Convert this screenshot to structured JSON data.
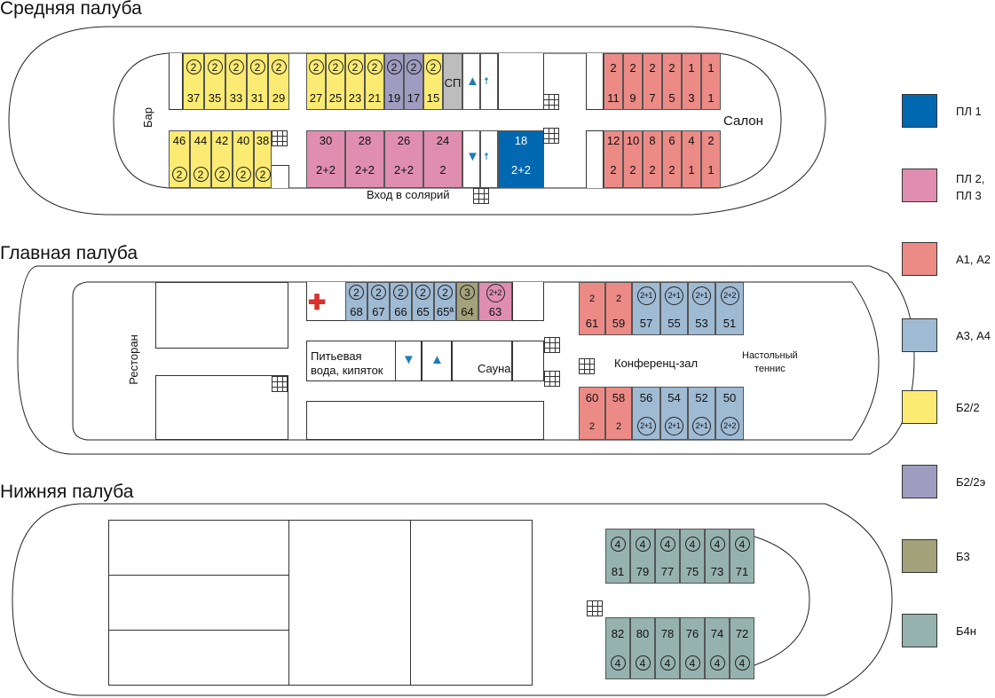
{
  "decks": {
    "middle": {
      "title": "Средняя палуба",
      "labels": {
        "bar": "Бар",
        "salon": "Салон",
        "sp": "СП",
        "solarium": "Вход в солярий"
      },
      "cabins_top_left": [
        {
          "top": "2",
          "bot": "37"
        },
        {
          "top": "2",
          "bot": "35"
        },
        {
          "top": "2",
          "bot": "33"
        },
        {
          "top": "2",
          "bot": "31"
        },
        {
          "top": "2",
          "bot": "29"
        }
      ],
      "cabins_top_mid": [
        {
          "top": "2",
          "bot": "27"
        },
        {
          "top": "2",
          "bot": "25"
        },
        {
          "top": "2",
          "bot": "23"
        },
        {
          "top": "2",
          "bot": "21"
        },
        {
          "top": "2",
          "bot": "19"
        },
        {
          "top": "2",
          "bot": "17"
        },
        {
          "top": "2",
          "bot": "15"
        }
      ],
      "cabins_top_right": [
        {
          "top": "2",
          "bot": "11"
        },
        {
          "top": "2",
          "bot": "9"
        },
        {
          "top": "2",
          "bot": "7"
        },
        {
          "top": "2",
          "bot": "5"
        },
        {
          "top": "1",
          "bot": "3"
        },
        {
          "top": "1",
          "bot": "1"
        }
      ],
      "cabins_bot_left": [
        {
          "top": "46",
          "bot": "2"
        },
        {
          "top": "44",
          "bot": "2"
        },
        {
          "top": "42",
          "bot": "2"
        },
        {
          "top": "40",
          "bot": "2"
        },
        {
          "top": "38",
          "bot": "2"
        }
      ],
      "cabins_bot_mid": [
        {
          "top": "30",
          "bot": "2+2"
        },
        {
          "top": "28",
          "bot": "2+2"
        },
        {
          "top": "26",
          "bot": "2+2"
        },
        {
          "top": "24",
          "bot": "2"
        }
      ],
      "cabin_18": {
        "top": "18",
        "bot": "2+2"
      },
      "cabins_bot_right": [
        {
          "top": "12",
          "bot": "2"
        },
        {
          "top": "10",
          "bot": "2"
        },
        {
          "top": "8",
          "bot": "2"
        },
        {
          "top": "6",
          "bot": "2"
        },
        {
          "top": "4",
          "bot": "1"
        },
        {
          "top": "2",
          "bot": "1"
        }
      ]
    },
    "main": {
      "title": "Главная палуба",
      "labels": {
        "restaurant": "Ресторан",
        "water": "Питьевая\nвода, кипяток",
        "sauna": "Сауна",
        "conference": "Конференц-зал",
        "tennis": "Настольный\nтеннис"
      },
      "cabins_top_mid": [
        {
          "top": "2",
          "bot": "68"
        },
        {
          "top": "2",
          "bot": "67"
        },
        {
          "top": "2",
          "bot": "66"
        },
        {
          "top": "2",
          "bot": "65"
        },
        {
          "top": "2",
          "bot": "65ª"
        },
        {
          "top": "3",
          "bot": "64"
        },
        {
          "top": "2+2",
          "bot": "63"
        }
      ],
      "cabins_top_right": [
        {
          "top": "2",
          "bot": "61"
        },
        {
          "top": "2",
          "bot": "59"
        },
        {
          "top": "2+1",
          "bot": "57"
        },
        {
          "top": "2+1",
          "bot": "55"
        },
        {
          "top": "2+1",
          "bot": "53"
        },
        {
          "top": "2+2",
          "bot": "51"
        }
      ],
      "cabins_bot_right": [
        {
          "top": "60",
          "bot": "2"
        },
        {
          "top": "58",
          "bot": "2"
        },
        {
          "top": "56",
          "bot": "2+1"
        },
        {
          "top": "54",
          "bot": "2+1"
        },
        {
          "top": "52",
          "bot": "2+1"
        },
        {
          "top": "50",
          "bot": "2+2"
        }
      ]
    },
    "lower": {
      "title": "Нижняя палуба",
      "cabins_top": [
        {
          "top": "4",
          "bot": "81"
        },
        {
          "top": "4",
          "bot": "79"
        },
        {
          "top": "4",
          "bot": "77"
        },
        {
          "top": "4",
          "bot": "75"
        },
        {
          "top": "4",
          "bot": "73"
        },
        {
          "top": "4",
          "bot": "71"
        }
      ],
      "cabins_bot": [
        {
          "top": "82",
          "bot": "4"
        },
        {
          "top": "80",
          "bot": "4"
        },
        {
          "top": "78",
          "bot": "4"
        },
        {
          "top": "76",
          "bot": "4"
        },
        {
          "top": "74",
          "bot": "4"
        },
        {
          "top": "72",
          "bot": "4"
        }
      ]
    }
  },
  "legend": [
    {
      "label": "ПЛ 1",
      "color": "#0068b0"
    },
    {
      "label": "ПЛ 2,\nПЛ 3",
      "color": "#df8eb0"
    },
    {
      "label": "А1, А2",
      "color": "#ec8a86"
    },
    {
      "label": "А3, А4",
      "color": "#9fbad3"
    },
    {
      "label": "Б2/2",
      "color": "#fbeb72"
    },
    {
      "label": "Б2/2э",
      "color": "#9f9cc0"
    },
    {
      "label": "Б3",
      "color": "#a4a27a"
    },
    {
      "label": "Б4н",
      "color": "#96b2ae"
    }
  ],
  "icons": {
    "stairs": "stairs-icon",
    "wc": "toilet-icon",
    "shower": "shower-icon",
    "medical": "first-aid-icon"
  }
}
